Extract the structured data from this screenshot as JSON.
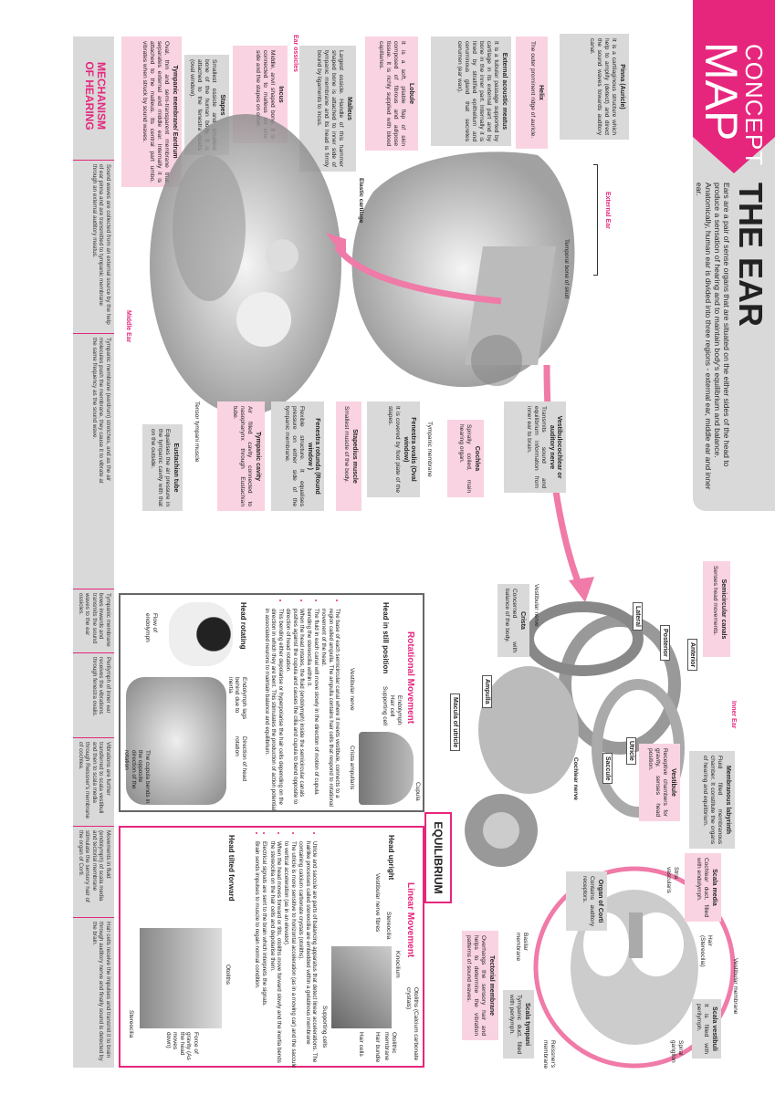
{
  "header": {
    "badge_line1": "CONCEPT",
    "badge_line2": "MAP",
    "title": "THE EAR",
    "intro": "Ears are a pair of sense organs that are situated on the either sides of the head to produce a sensation of hearing and to maintain body's equilibrium and balance. Anatomically, human ear is divided into three regions - external ear, middle ear and inner ear."
  },
  "colors": {
    "accent": "#e6267d",
    "pink_box": "#f9d3e2",
    "gray_box": "#d9d9d9"
  },
  "regions": {
    "external": "External Ear",
    "middle": "Middle Ear",
    "inner": "Inner Ear",
    "ossicles": "Ear ossicles"
  },
  "external_ear": {
    "pinna": {
      "title": "Pinna (Auricle)",
      "text": "It is a cartilaginous structure which help to amplify (detect) and direct the sound waves towards auditory canal."
    },
    "helix": {
      "title": "Helix",
      "text": "The outer prominent ridge of auricle."
    },
    "meatus": {
      "title": "External acoustic meatus",
      "text": "It is a tubular passage supported by cartilage in its external part and by bone in the inner part. Internally it is lined by stratified epithelium and ceruminous gland that secretes cerumen (ear wax)."
    },
    "lobule": {
      "title": "Lobule",
      "text": "It is a soft, pliable flap of skin composed of fibrous and adipose tissue. It is richly supplied with blood capillaries."
    },
    "elastic_cartilage": "Elastic cartilage",
    "temporal_bone": "Temporal bone of skull"
  },
  "middle_ear": {
    "malleus": {
      "title": "Malleus",
      "text": "Largest ossicle. Handle of this hammer shaped bone is attached to inner side of tympanic membrane and its head is firmly bound by ligaments to incus."
    },
    "incus": {
      "title": "Incus",
      "text": "Middle, anvil shaped bone. It is connected to malleus on one side and the stapes on other."
    },
    "stapes": {
      "title": "Stapes",
      "text": "Smallest ossicle and smallest bone of the human body. It is attached to the fenestra ovalis (oval window)."
    },
    "tympanic_membrane": {
      "title": "Tympanic membrane/ Eardrum",
      "text": "Oval, thin and semi-transparent membrane that separates external and middle ear. Internally it is attached to the malleus. Its central part umbo, vibrates when struck by sound waves."
    },
    "vestibulocochlear": {
      "title": "Vestibulocochlear or auditory nerve",
      "text": "Transmits sound and equilibrium information from inner ear to brain."
    },
    "cochlea": {
      "title": "Cochlea",
      "text": "Spirally coiled, main hearing organ."
    },
    "tympanic_membrane_label": "Tympanic membrane",
    "fenestra_ovalis": {
      "title": "Fenestra ovalis (Oval window)",
      "text": "It is covered by foot plate of the stapes."
    },
    "stapedius": {
      "title": "Stapedius muscle",
      "text": "Smallest muscle of the body."
    },
    "fenestra_rotunda": {
      "title": "Fenestra rotunda (Round window )",
      "text": "Flexible structure. It equalises pressure on either side of the tympanic membrane."
    },
    "tympanic_cavity": {
      "title": "Tympanic cavity",
      "text": "Air filled cavity connected to nasopharynx through Eustachian tube."
    },
    "tensor_tympani": "Tensor tympani muscle",
    "eustachian": {
      "title": "Eustachian tube",
      "text": "Equalises the air pressure in the tympanic cavity with that on the outside."
    }
  },
  "inner_ear": {
    "semicircular": {
      "title": "Semicircular canals",
      "text": "Senses head movements."
    },
    "canals": {
      "lateral": "Lateral",
      "posterior": "Posterior",
      "anterior": "Anterior"
    },
    "membranous": {
      "title": "Membranous labyrinth",
      "text": "Fluid filled membranous chamber. It constitute the organs of hearing and equilibrium."
    },
    "vestibule": {
      "title": "Vestibule",
      "text": "Receptive chambers for gravity, senses head position."
    },
    "crista": {
      "title": "Crista",
      "text": "Concerned with balance of the body."
    },
    "vestibular_nerve": "Vestibular nerve",
    "ampulla": "Ampulla",
    "utricle": "Utricle",
    "saccule": "Saccule",
    "cochlear_nerve": "Cochlear nerve",
    "macula": "Macula of utricle",
    "scala_media": {
      "title": "Scala media",
      "text": "Cochlear duct, filled with endolymph."
    },
    "stria": "Stria vascularis",
    "organ_corti": {
      "title": "Organ of Corti",
      "text": "Contains auditory receptors."
    },
    "hair": "Hair (Stereocilia)",
    "basilar": "Basilar membrane",
    "tectorial": {
      "title": "Tectorial membrane",
      "text": "Overhangs the sensory hair and helps to determine the vibration patterns of sound waves."
    },
    "scala_tympani": {
      "title": "Scala tympani",
      "text": "Tympanic duct, filled with perilymph."
    },
    "reissner": "Reissner's membrane",
    "vestibular_membrane": "Vestibular membrane",
    "scala_vestibuli": {
      "title": "Scala vestibuli",
      "text": "It is filled with perilymph."
    },
    "spiral_ganglion": "Spiral ganglion"
  },
  "equilibrium": {
    "title": "EQUILIBRIUM",
    "rotational": {
      "title": "Rotational Movement",
      "still_label": "Head in still position",
      "rotating_label": "Head rotating",
      "bullets": [
        "The base of each semicircular canal where it meets vestibule, connects to a region called ampulla. The ampulla contains hair cells that respond to rotational movement of the head.",
        "The fluid in each canal will move slowly in the direction of motion of cupula bending the stereocilia within it.",
        "When the head rotates, the fluid (endolymph) inside the semicircular canals pushes against the cupula and causes the cilia and cupula to bend opposite to direction of head rotation.",
        "This bending either depolarise or hyperpolarise the hair cells depending on the direction in which they are bent. This stimulates the production of action potential in associated neurons to maintain balance and equilibrium."
      ],
      "labels": {
        "endolymph": "Endolymph",
        "hair_cell": "Hair cell",
        "supporting_cell": "Supporting cell",
        "vestibular_nerve": "Vestibular nerve",
        "cupula": "Cupula",
        "crista": "Crista ampullaris",
        "lags": "Endolymph lags behind due to inertia",
        "direction": "Direction of head rotation",
        "flow": "Flow of endolymph",
        "bends": "The cupula bends in the opposite direction of the rotation"
      }
    },
    "linear": {
      "title": "Linear Movement",
      "upright_label": "Head upright",
      "tilted_label": "Head tilted forward",
      "bullets": [
        "Utricle and saccule are parts of balancing apparatus that detect linear accelerations. The hairlike processes called stereocilia are embedded within a gelatinous membrane containing calcium carbonate crystals (otoliths).",
        "The utricle is more sensitive to horizontal acceleration (as in a moving car) and the saccule to vertical acceleration (as in an elevator).",
        "When the head moves forward or tilts, otoliths move forward slowly and the inertia bends the stereocilia on the hair cells and depolarise them.",
        "Electrical signals are sent to the brain which interprets the signals.",
        "Brain sends impulses to muscle to regain normal condition."
      ],
      "labels": {
        "otoliths_cc": "Otoliths (Calcium carbonate crystals)",
        "kinocilium": "Kinocilium",
        "stereocilia": "Stereocilia",
        "nerve_fibres": "Vestibular nerve fibres",
        "hair_cells": "Hair cells",
        "supporting_cells": "Supporting cells",
        "otolithic_membrane": "Otolithic membrane",
        "hair_bundle": "Hair bundle",
        "otoliths": "Otoliths",
        "gravity": "Force of gravity (As the head moves down)",
        "stereocilia2": "Stereocilia"
      }
    }
  },
  "mechanism": {
    "title_line1": "MECHANISM",
    "title_line2": "OF HEARING",
    "steps": [
      "Sound waves are collected from an external source by the help of ear pinna and are transmitted to tympanic membrane through an external auditory meatus.",
      "Tympanic membrane (eardrum) stretches, and as the air molecules push the membrane, they cause it to vibrate at the same frequency as the sound wave.",
      "Tympanic membrane bows inwards and transmits the sound waves to the ear ossicles.",
      "Perilymph of inner ear receives the vibrations through fenestra ovalis.",
      "Vibrations are further transferred to scala vestibuli and then to scala media through Reissner's membrane of cochlea.",
      "Movements in fluid (endolymph) of scala media and tectorial membrane stimulate the sensory hair of the organ of Corti.",
      "Hair cells receive the impulses and transmit it to brain through auditory nerve and finally sound is detected by the brain."
    ]
  }
}
